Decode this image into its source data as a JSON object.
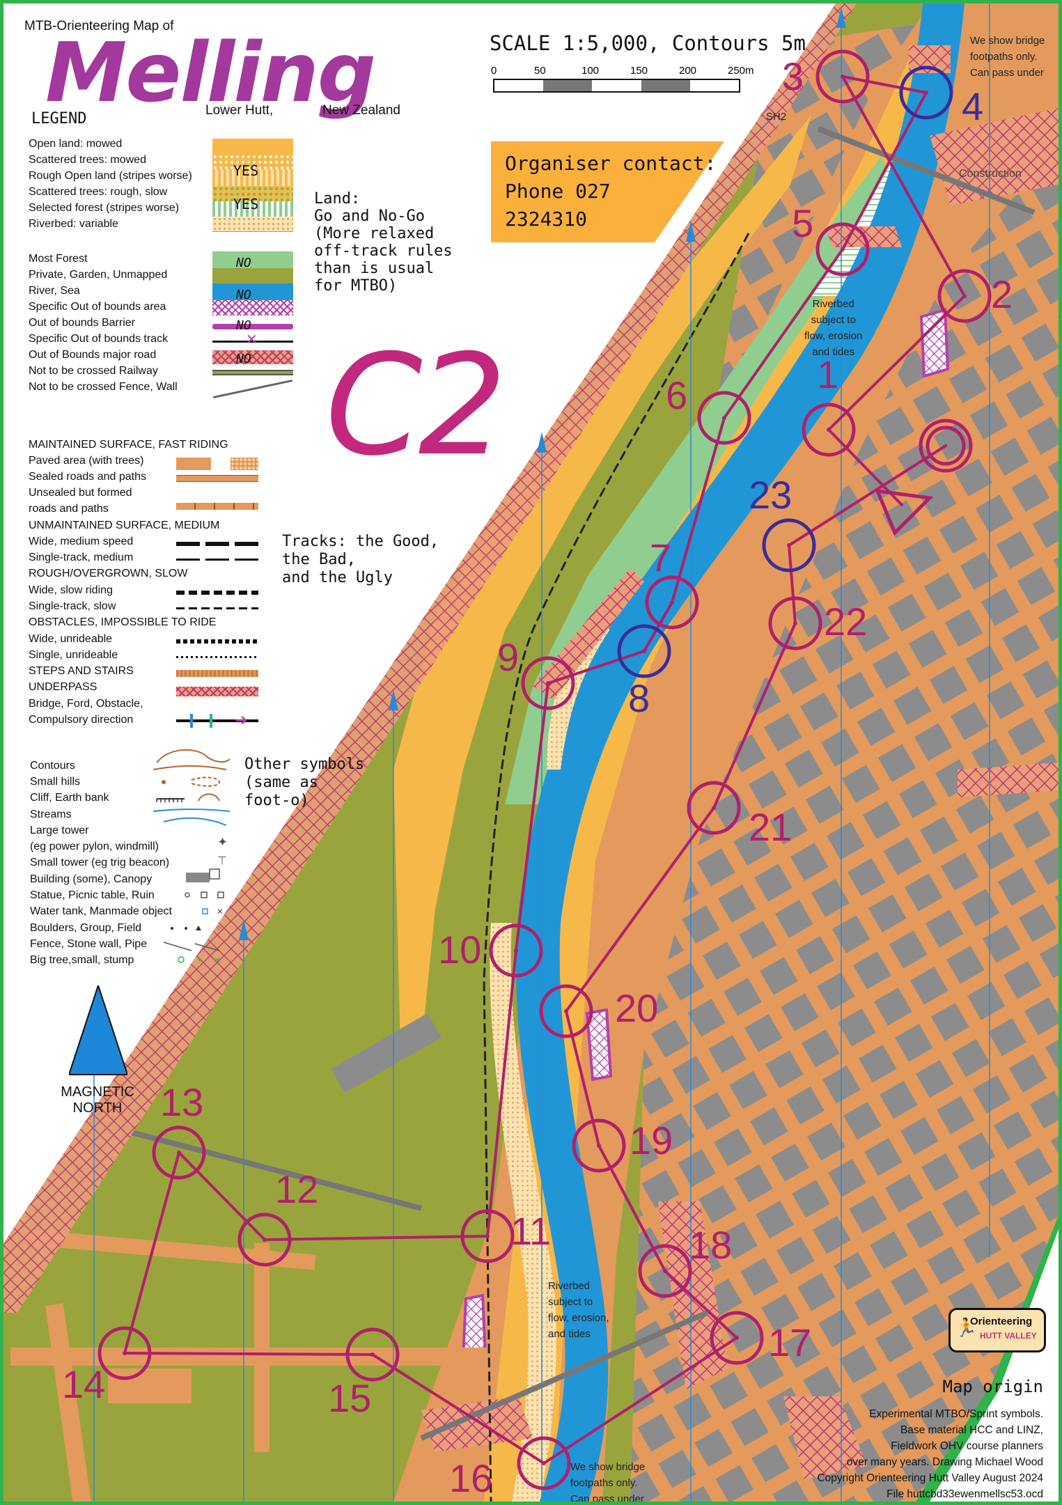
{
  "header": {
    "kicker": "MTB-Orienteering Map of",
    "title": "Melling",
    "location_city": "Lower Hutt,",
    "location_country": "New Zealand"
  },
  "scale": {
    "label": "SCALE 1:5,000, Contours 5m",
    "ticks": [
      "0",
      "50",
      "100",
      "150",
      "200",
      "250m"
    ]
  },
  "course_code": "C2",
  "organiser": {
    "line1": "Organiser contact:",
    "line2": "Phone 027",
    "line3": "2324310"
  },
  "legend": {
    "heading": "LEGEND",
    "land_items": [
      "Open land: mowed",
      "Scattered trees: mowed",
      "Rough Open land (stripes worse)",
      "Scattered trees: rough, slow",
      "Selected forest (stripes worse)",
      "Riverbed: variable"
    ],
    "yes_marks": [
      "YES",
      "YES"
    ],
    "nogo_items": [
      "Most Forest",
      "Private, Garden, Unmapped",
      "River, Sea",
      "Specific Out of bounds area",
      "Out of bounds Barrier",
      "Specific Out of bounds track",
      "Out of Bounds major road",
      "Not to be crossed Railway",
      "Not to be crossed Fence, Wall"
    ],
    "no_marks": [
      "NO",
      "NO",
      "NO",
      "NO"
    ],
    "land_note": [
      "Land:",
      "Go and No-Go",
      "(More relaxed",
      "off-track rules",
      "than is usual",
      "for MTBO)"
    ],
    "track_items": [
      "MAINTAINED SURFACE, FAST RIDING",
      "Paved area (with trees)",
      "Sealed roads and paths",
      "Unsealed but formed",
      "roads and paths",
      "UNMAINTAINED SURFACE, MEDIUM",
      "Wide, medium speed",
      "Single-track, medium",
      "ROUGH/OVERGROWN, SLOW",
      "Wide, slow riding",
      "Single-track, slow",
      "OBSTACLES, IMPOSSIBLE TO RIDE",
      "Wide, unrideable",
      "Single, unrideable",
      "STEPS AND STAIRS",
      "UNDERPASS",
      "Bridge, Ford, Obstacle,",
      "Compulsory direction"
    ],
    "track_note": [
      "Tracks: the Good,",
      "the Bad,",
      "and the Ugly"
    ],
    "other_items": [
      "Contours",
      "Small hills",
      "Cliff, Earth bank",
      "Streams",
      "Large tower",
      "(eg power pylon, windmill)",
      "Small tower (eg trig beacon)",
      "Building (some), Canopy",
      "Statue, Picnic table, Ruin",
      "Water tank, Manmade object",
      "Boulders, Group, Field",
      "Fence, Stone wall, Pipe",
      "Big tree,small, stump"
    ],
    "other_note": [
      "Other symbols",
      "(same as",
      "foot-o)"
    ]
  },
  "north": {
    "line1": "MAGNETIC",
    "line2": "NORTH"
  },
  "map_labels": {
    "sh2": "SH2",
    "construction": "Construction",
    "bridge_note_top": [
      "We show bridge",
      "footpaths only.",
      "Can pass under"
    ],
    "bridge_note_bottom": [
      "We show bridge",
      "footpaths only.",
      "Can pass under"
    ],
    "riverbed_top": [
      "Riverbed",
      "subject to",
      "flow, erosion",
      "and tides"
    ],
    "riverbed_bottom": [
      "Riverbed",
      "subject to",
      "flow, erosion,",
      "and tides"
    ]
  },
  "controls": [
    {
      "num": "1",
      "color": "purple"
    },
    {
      "num": "2",
      "color": "purple"
    },
    {
      "num": "3",
      "color": "purple"
    },
    {
      "num": "4",
      "color": "blue"
    },
    {
      "num": "5",
      "color": "purple"
    },
    {
      "num": "6",
      "color": "purple"
    },
    {
      "num": "7",
      "color": "purple"
    },
    {
      "num": "8",
      "color": "blue"
    },
    {
      "num": "9",
      "color": "purple"
    },
    {
      "num": "10",
      "color": "purple"
    },
    {
      "num": "11",
      "color": "purple"
    },
    {
      "num": "12",
      "color": "purple"
    },
    {
      "num": "13",
      "color": "purple"
    },
    {
      "num": "14",
      "color": "purple"
    },
    {
      "num": "15",
      "color": "purple"
    },
    {
      "num": "16",
      "color": "purple"
    },
    {
      "num": "17",
      "color": "purple"
    },
    {
      "num": "18",
      "color": "purple"
    },
    {
      "num": "19",
      "color": "purple"
    },
    {
      "num": "20",
      "color": "purple"
    },
    {
      "num": "21",
      "color": "purple"
    },
    {
      "num": "22",
      "color": "purple"
    },
    {
      "num": "23",
      "color": "blue"
    }
  ],
  "logo": {
    "line1": "Orienteering",
    "line2": "HUTT VALLEY"
  },
  "map_origin": {
    "heading": "Map origin",
    "lines": [
      "Experimental MTBO/Sprint symbols.",
      "Base material HCC and LINZ,",
      "Fieldwork OHV course planners",
      "over many years. Drawing Michael Wood",
      "Copyright Orienteering Hutt Valley August 2024",
      "File huttcbd33ewenmellsc53.ocd"
    ]
  },
  "colors": {
    "course": "#b0206a",
    "course_blue": "#3a2c9a",
    "forest_olive": "#9aa43c",
    "open_yellow": "#f7b84a",
    "road_orange": "#e39a5c",
    "river_blue": "#2196d6",
    "green": "#8fce8f",
    "building_gray": "#8c8c8c",
    "border_green": "#2fb34a",
    "organiser_box": "#fbb03b"
  }
}
